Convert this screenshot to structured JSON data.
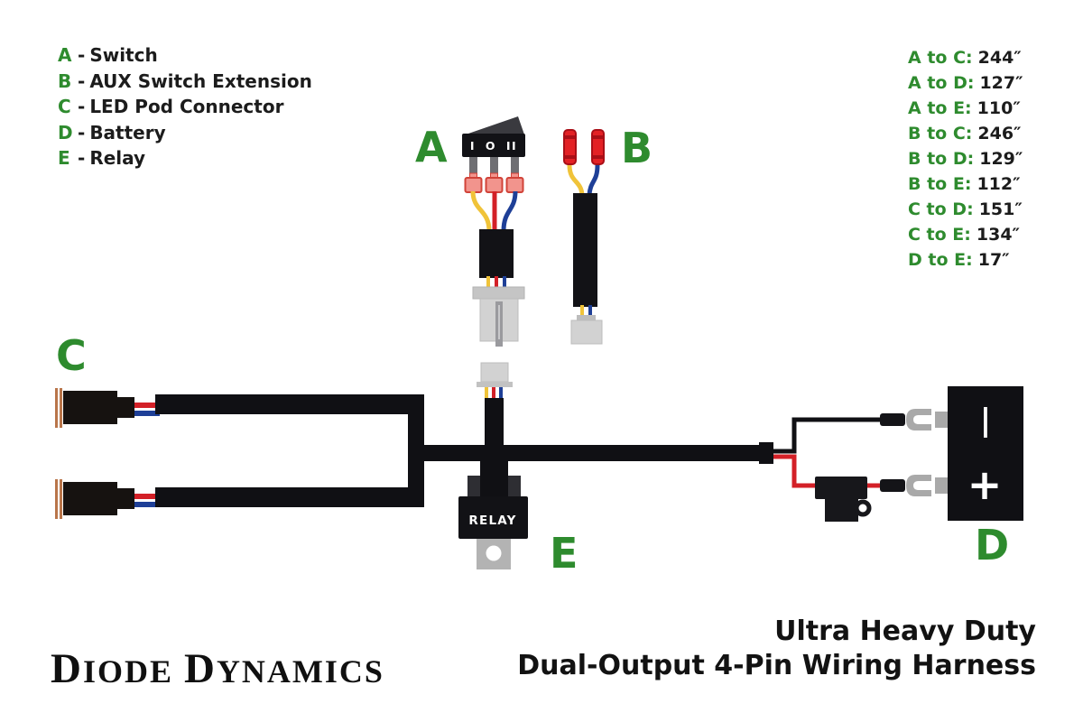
{
  "legend": {
    "separator": "-",
    "items": [
      {
        "key": "A",
        "label": "Switch"
      },
      {
        "key": "B",
        "label": "AUX Switch Extension"
      },
      {
        "key": "C",
        "label": "LED Pod Connector"
      },
      {
        "key": "D",
        "label": "Battery"
      },
      {
        "key": "E",
        "label": "Relay"
      }
    ]
  },
  "measurements": {
    "items": [
      {
        "pair": "A to C:",
        "value": "244″"
      },
      {
        "pair": "A to D:",
        "value": "127″"
      },
      {
        "pair": "A to E:",
        "value": "110″"
      },
      {
        "pair": "B to C:",
        "value": "246″"
      },
      {
        "pair": "B to D:",
        "value": "129″"
      },
      {
        "pair": "B to E:",
        "value": "112″"
      },
      {
        "pair": "C to D:",
        "value": "151″"
      },
      {
        "pair": "C to E:",
        "value": "134″"
      },
      {
        "pair": "D to E:",
        "value": "17″"
      }
    ]
  },
  "diagram": {
    "labels": {
      "a": "A",
      "b": "B",
      "c": "C",
      "d": "D",
      "e": "E"
    },
    "switch_markings": "I O II",
    "relay_label": "RELAY",
    "battery": {
      "negative": "|",
      "positive": "+"
    }
  },
  "footer": {
    "logo": {
      "word1_initial": "D",
      "word1_rest": "IODE",
      "word2_initial": "D",
      "word2_rest": "YNAMICS"
    },
    "title_line1": "Ultra Heavy Duty",
    "title_line2": "Dual-Output 4-Pin Wiring Harness"
  },
  "colors": {
    "accent_green": "#2e8b2e",
    "harness_black": "#101014",
    "wire_red": "#d32027",
    "wire_yellow": "#f0c339",
    "wire_blue": "#1e3f97",
    "crimp_salmon": "#f2948d",
    "bullet_red": "#e32125",
    "connector_gray": "#d2d2d2",
    "terminal_gray": "#a9a9a9",
    "copper_ring": "#b9754a"
  }
}
